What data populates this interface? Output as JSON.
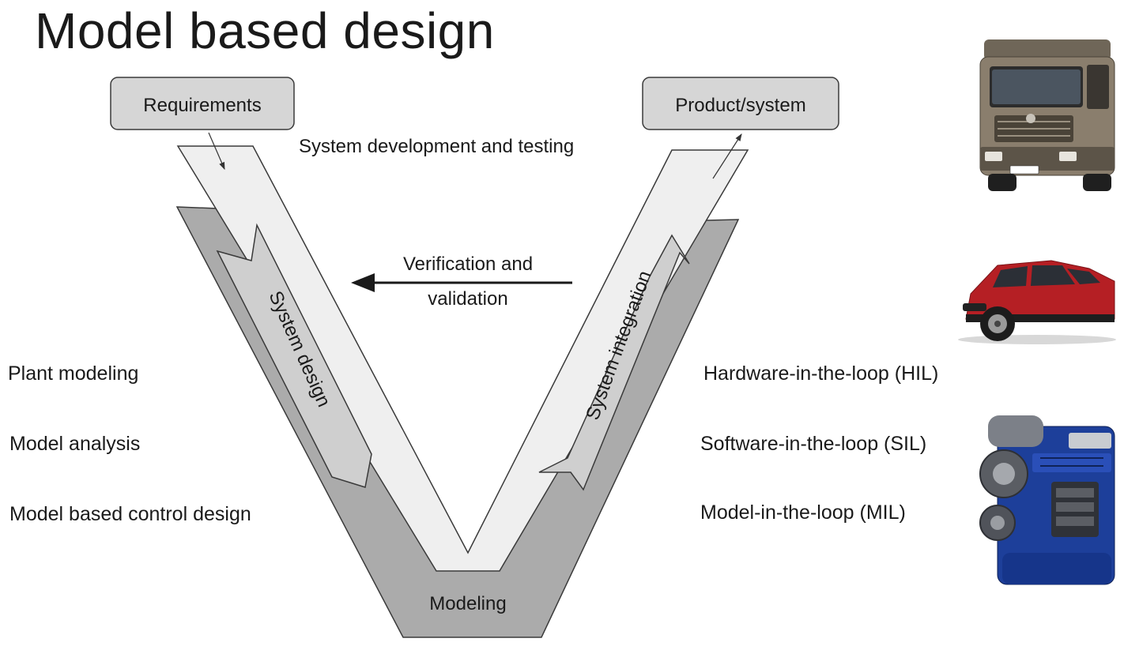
{
  "title": "Model based design",
  "boxes": {
    "requirements": "Requirements",
    "product_system": "Product/system"
  },
  "v_labels": {
    "development_testing": "System development and testing",
    "verification_line1": "Verification and",
    "verification_line2": "validation",
    "system_design": "System design",
    "system_integration": "System integration",
    "modeling": "Modeling"
  },
  "left_labels": [
    "Plant modeling",
    "Model analysis",
    "Model based control design"
  ],
  "right_labels": [
    "Hardware-in-the-loop (HIL)",
    "Software-in-the-loop (SIL)",
    "Model-in-the-loop (MIL)"
  ],
  "images": [
    {
      "icon": "truck-icon"
    },
    {
      "icon": "car-icon"
    },
    {
      "icon": "engine-icon"
    }
  ],
  "colors": {
    "box_fill": "#d6d6d6",
    "outer_band": "#ababab",
    "inner_band": "#cfcfcf",
    "light_band": "#efefef",
    "truck_body": "#8a7e6d",
    "car_body": "#b51f24",
    "engine_blue": "#1d3f9a"
  }
}
